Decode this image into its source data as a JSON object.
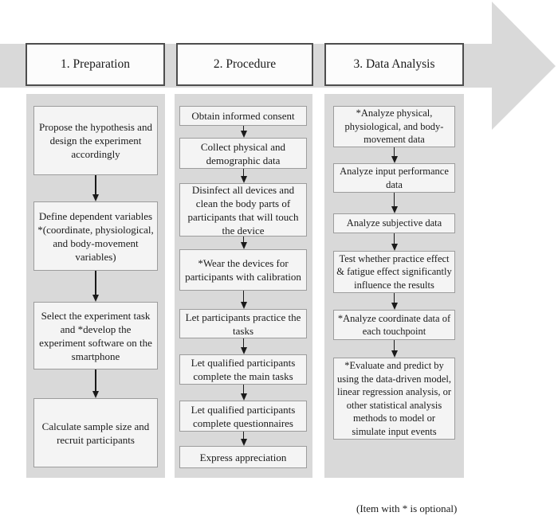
{
  "footnote": "(Item with * is optional)",
  "colors": {
    "flow_arrow_gray": "#d9d9d9",
    "panel_gray": "#d9d9d9",
    "step_fill": "#f4f4f4",
    "step_border": "#9c9c9c",
    "header_fill": "#fcfcfc",
    "header_border": "#4d4d4d",
    "text": "#1a1a1a"
  },
  "columns": [
    {
      "header": "1. Preparation",
      "boxes": [
        "Propose the hypothesis and design the experiment accordingly",
        "Define dependent variables *(coordinate, physiological, and body-movement variables)",
        "Select the experiment task and *develop the experiment software on the smartphone",
        "Calculate sample size and recruit participants"
      ]
    },
    {
      "header": "2. Procedure",
      "boxes": [
        "Obtain informed consent",
        "Collect physical and demographic data",
        "Disinfect all devices and clean the body parts of participants that will touch the device",
        "*Wear the devices for participants with calibration",
        "Let participants practice the tasks",
        "Let qualified participants complete the main tasks",
        "Let qualified participants complete questionnaires",
        "Express appreciation"
      ]
    },
    {
      "header": "3. Data Analysis",
      "boxes": [
        "*Analyze physical, physiological, and body-movement data",
        "Analyze input performance data",
        "Analyze subjective data",
        "Test whether practice effect & fatigue effect significantly influence the results",
        "*Analyze coordinate data of each touchpoint",
        "*Evaluate and predict by using the data-driven model, linear regression analysis, or other statistical analysis methods to model or simulate input events"
      ]
    }
  ]
}
